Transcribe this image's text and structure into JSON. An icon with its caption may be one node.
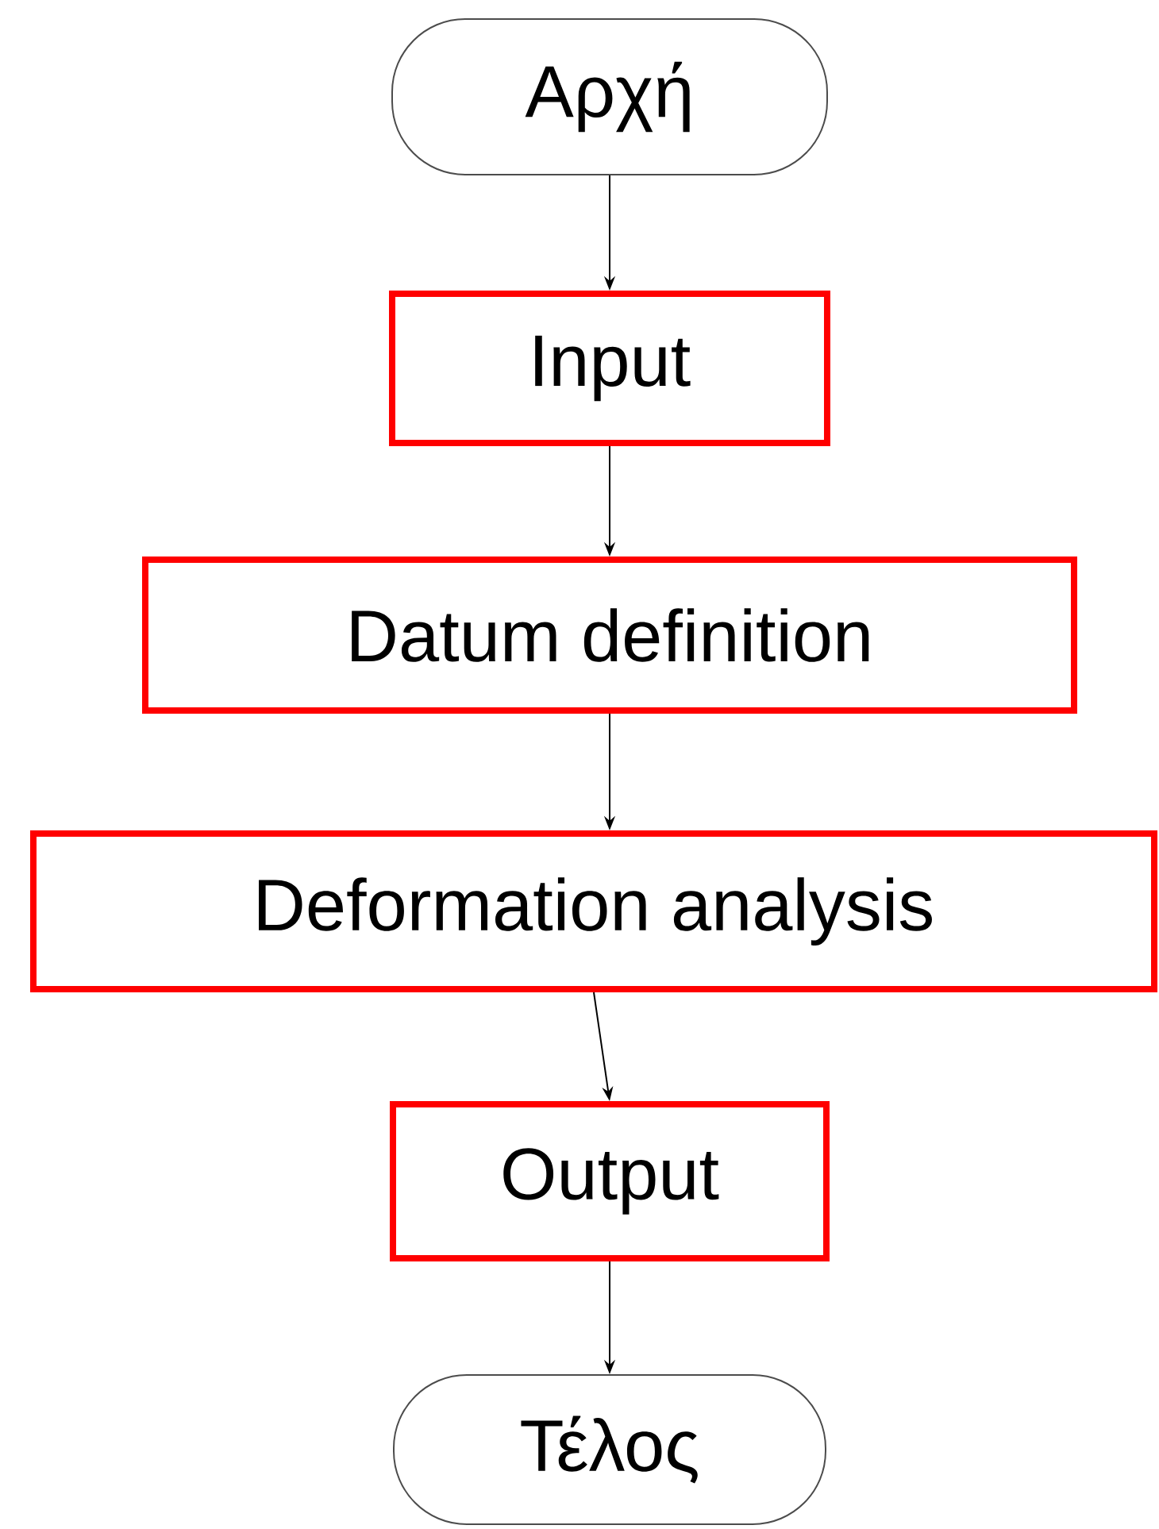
{
  "diagram": {
    "nodes": [
      {
        "text": [
          "Αρχή"
        ]
      },
      {
        "text": [
          "Input"
        ]
      },
      {
        "text": [
          "Datum definition"
        ]
      },
      {
        "text": [
          "Deformation analysis"
        ]
      },
      {
        "text": [
          "Output"
        ]
      },
      {
        "text": [
          "Τέλος"
        ]
      }
    ],
    "edges": [
      {
        "from": 0,
        "to": 1,
        "arrow": "to"
      },
      {
        "from": 1,
        "to": 2,
        "arrow": "to"
      },
      {
        "from": 2,
        "to": 3,
        "arrow": "to"
      },
      {
        "from": 3,
        "to": 4,
        "arrow": "to"
      },
      {
        "from": 4,
        "to": 5,
        "arrow": "to"
      }
    ]
  }
}
